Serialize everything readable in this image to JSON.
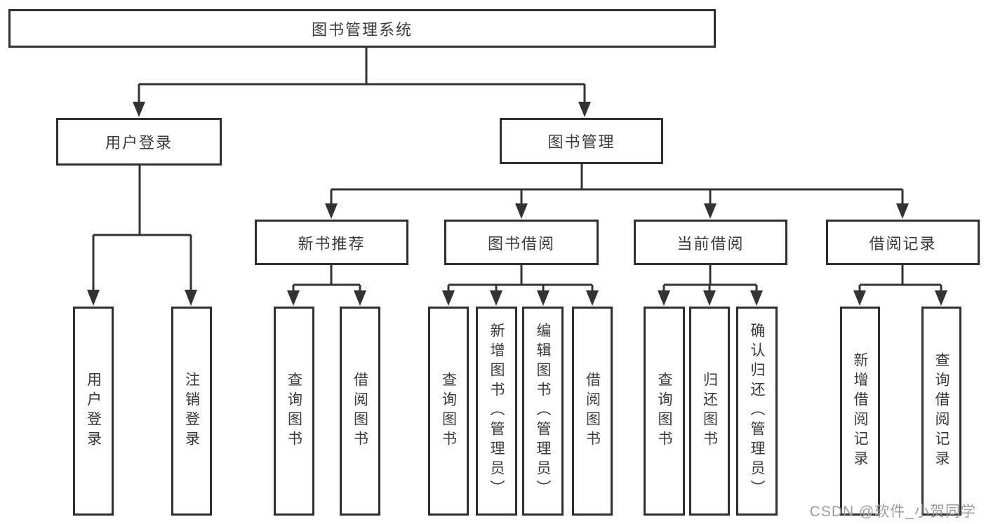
{
  "colors": {
    "line": "#333333",
    "box_border": "#2f2f2f",
    "box_fill": "#ffffff",
    "text": "#3a3a3a",
    "background": "#ffffff",
    "watermark": "#9c9c9c"
  },
  "watermark": {
    "text": "CSDN @软件_小贺同学"
  },
  "tree": {
    "root": {
      "label": "图书管理系统"
    },
    "branches": [
      {
        "label": "用户登录",
        "children": [
          {
            "label": "用户登录"
          },
          {
            "label": "注销登录"
          }
        ]
      },
      {
        "label": "图书管理",
        "children": [
          {
            "label": "新书推荐",
            "children": [
              {
                "label": "查询图书"
              },
              {
                "label": "借阅图书"
              }
            ]
          },
          {
            "label": "图书借阅",
            "children": [
              {
                "label": "查询图书"
              },
              {
                "label": "新增图书（管理员）"
              },
              {
                "label": "编辑图书（管理员）"
              },
              {
                "label": "借阅图书"
              }
            ]
          },
          {
            "label": "当前借阅",
            "children": [
              {
                "label": "查询图书"
              },
              {
                "label": "归还图书"
              },
              {
                "label": "确认归还（管理员）"
              }
            ]
          },
          {
            "label": "借阅记录",
            "children": [
              {
                "label": "新增借阅记录"
              },
              {
                "label": "查询借阅记录"
              }
            ]
          }
        ]
      }
    ]
  }
}
